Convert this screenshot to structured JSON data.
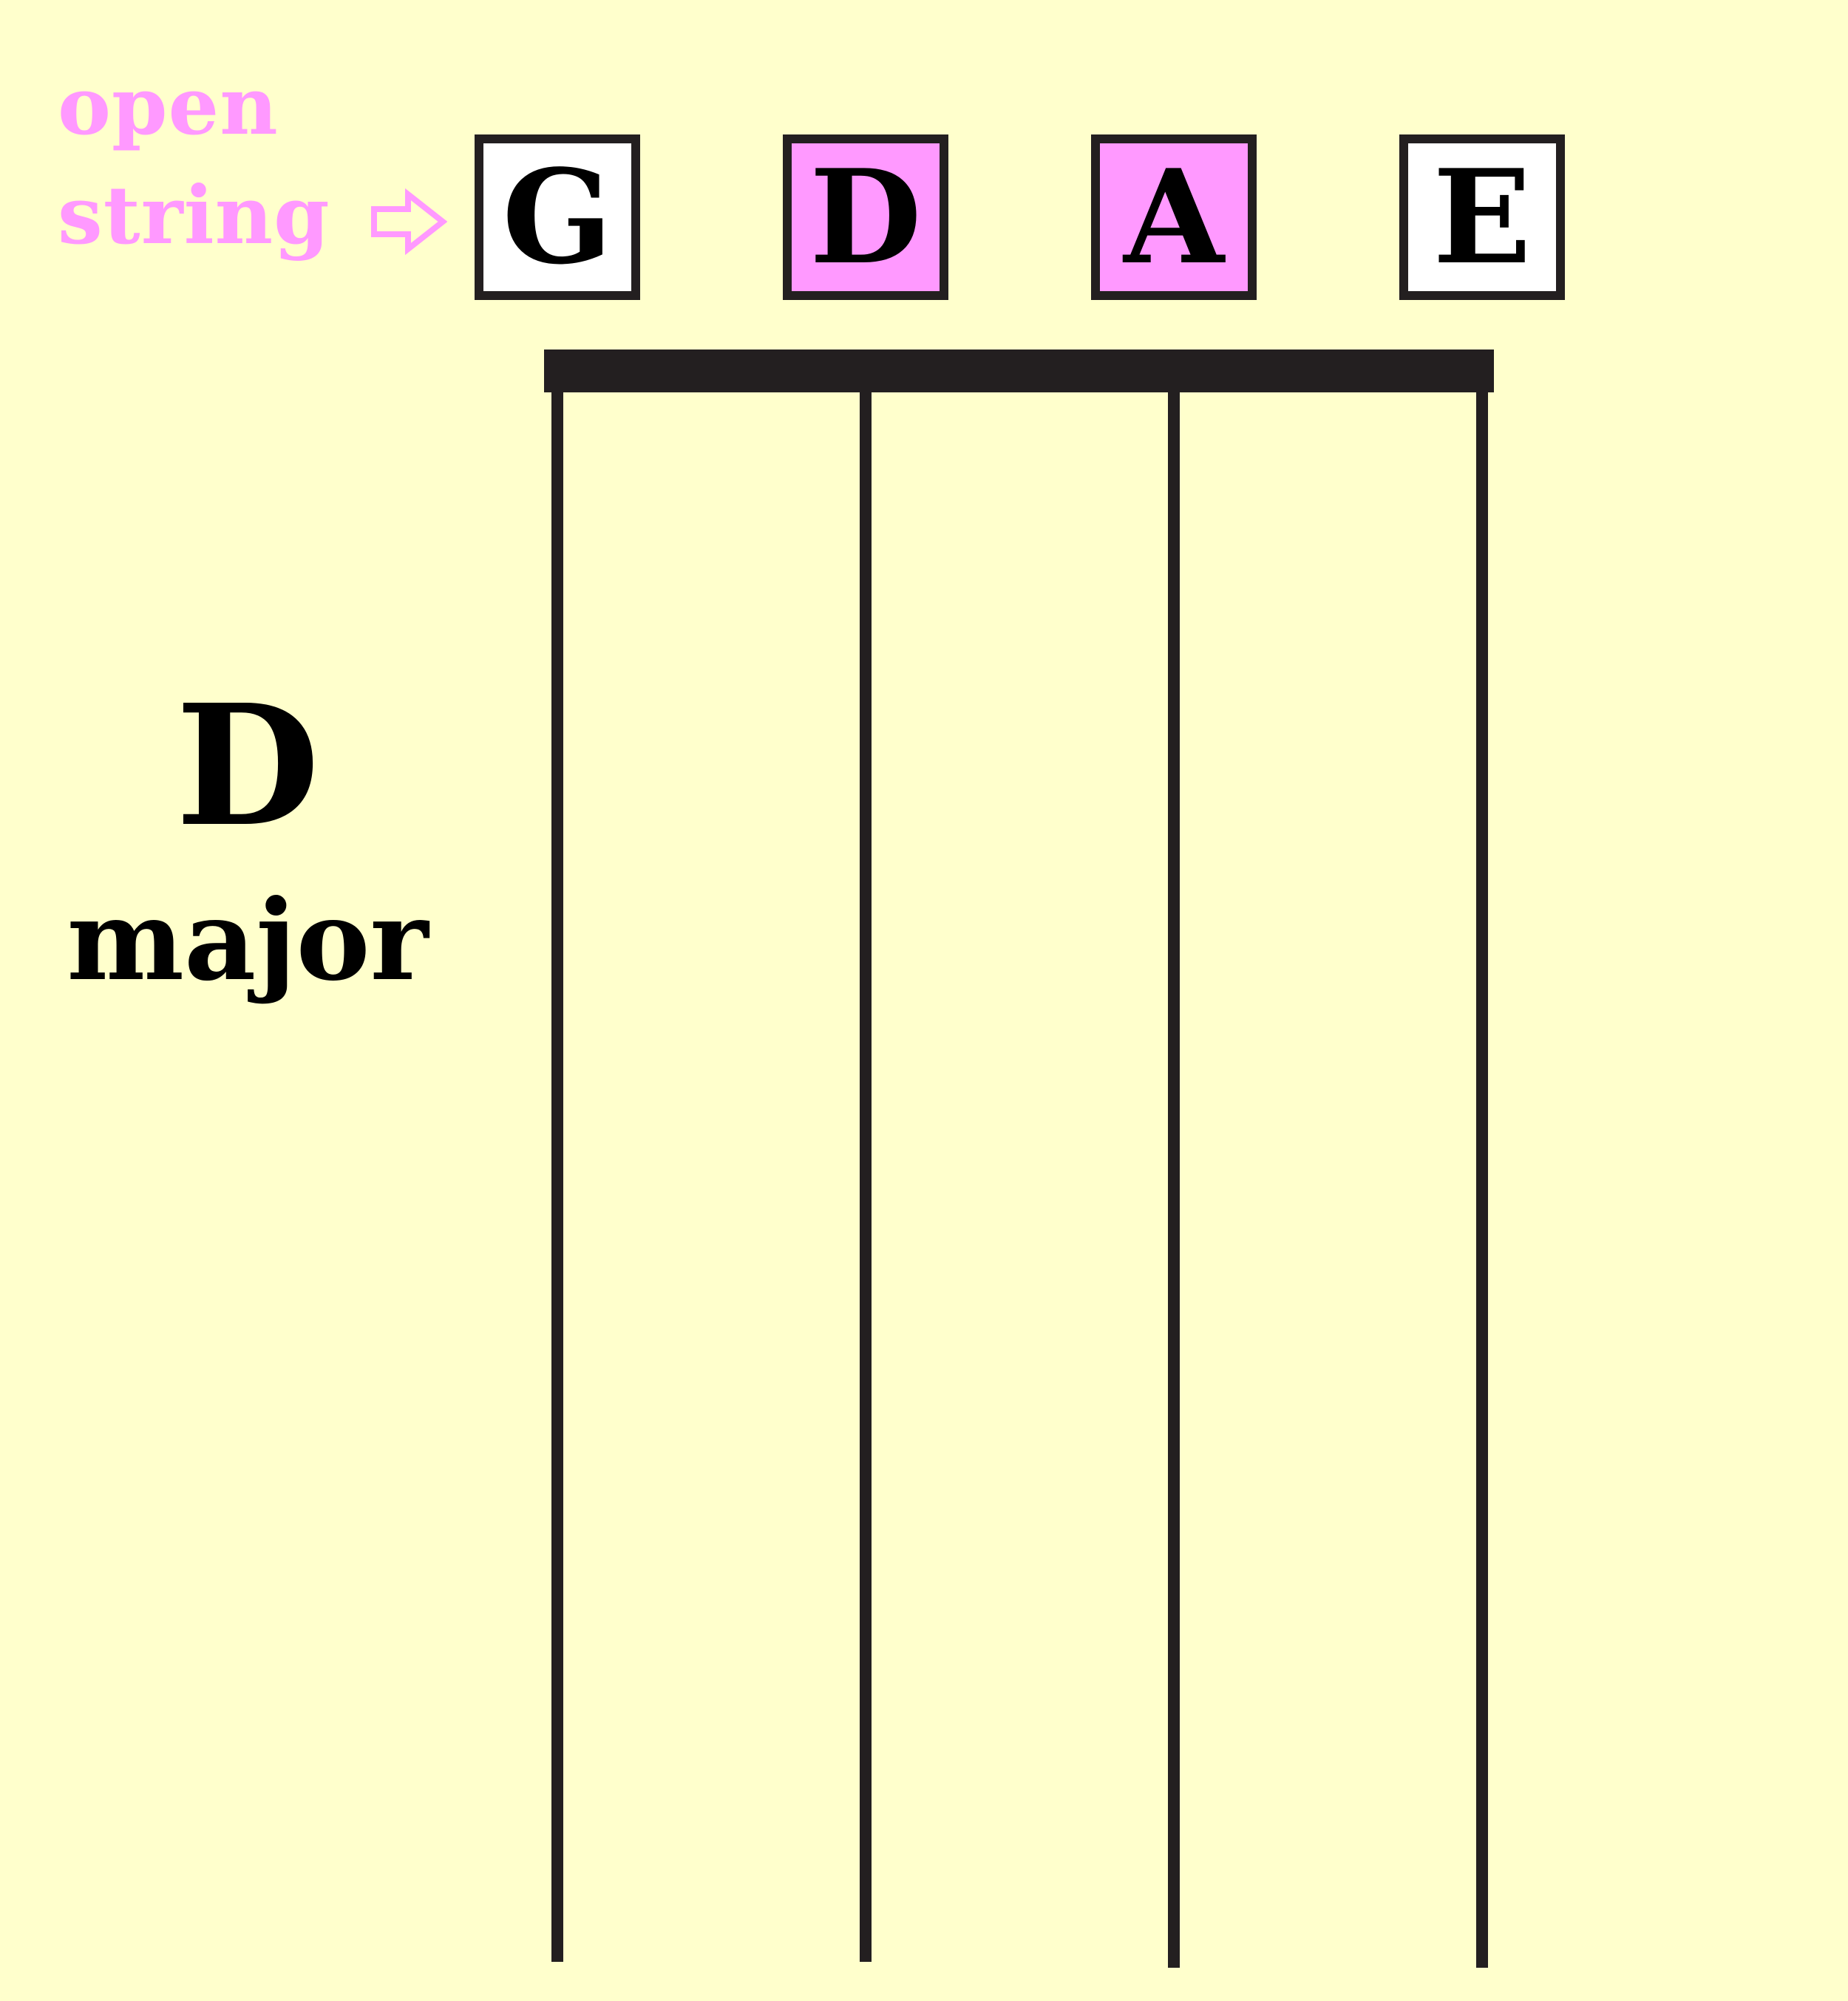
{
  "colors": {
    "background": "#ffffcc",
    "accent_pink": "#ff99ff",
    "ink": "#231f20",
    "box_white": "#ffffff"
  },
  "open_label": {
    "line1": "open",
    "line2": "string",
    "arrow_icon": "right-arrow-outline-icon"
  },
  "strings": [
    {
      "note": "G",
      "fill": "#ffffff"
    },
    {
      "note": "D",
      "fill": "#ff99ff"
    },
    {
      "note": "A",
      "fill": "#ff99ff"
    },
    {
      "note": "E",
      "fill": "#ffffff"
    }
  ],
  "chord": {
    "root": "D",
    "quality": "major"
  }
}
